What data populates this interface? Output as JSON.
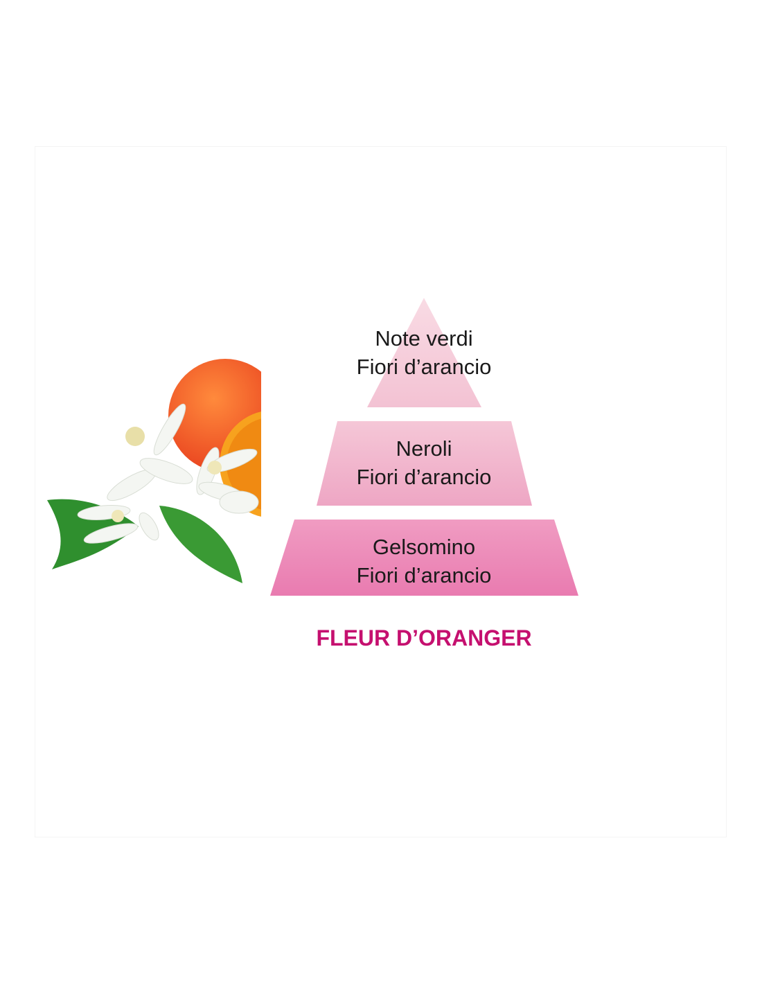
{
  "pyramid": {
    "tiers": [
      {
        "line1": "Note verdi",
        "line2": "Fiori d’arancio"
      },
      {
        "line1": "Neroli",
        "line2": "Fiori d’arancio"
      },
      {
        "line1": "Gelsomino",
        "line2": "Fiori d’arancio"
      }
    ]
  },
  "title": "FLEUR D’ORANGER",
  "colors": {
    "title": "#c5106f",
    "tier_top": "#f6cbd8",
    "tier_mid": "#f2b3cb",
    "tier_base": "#ec8dba"
  }
}
